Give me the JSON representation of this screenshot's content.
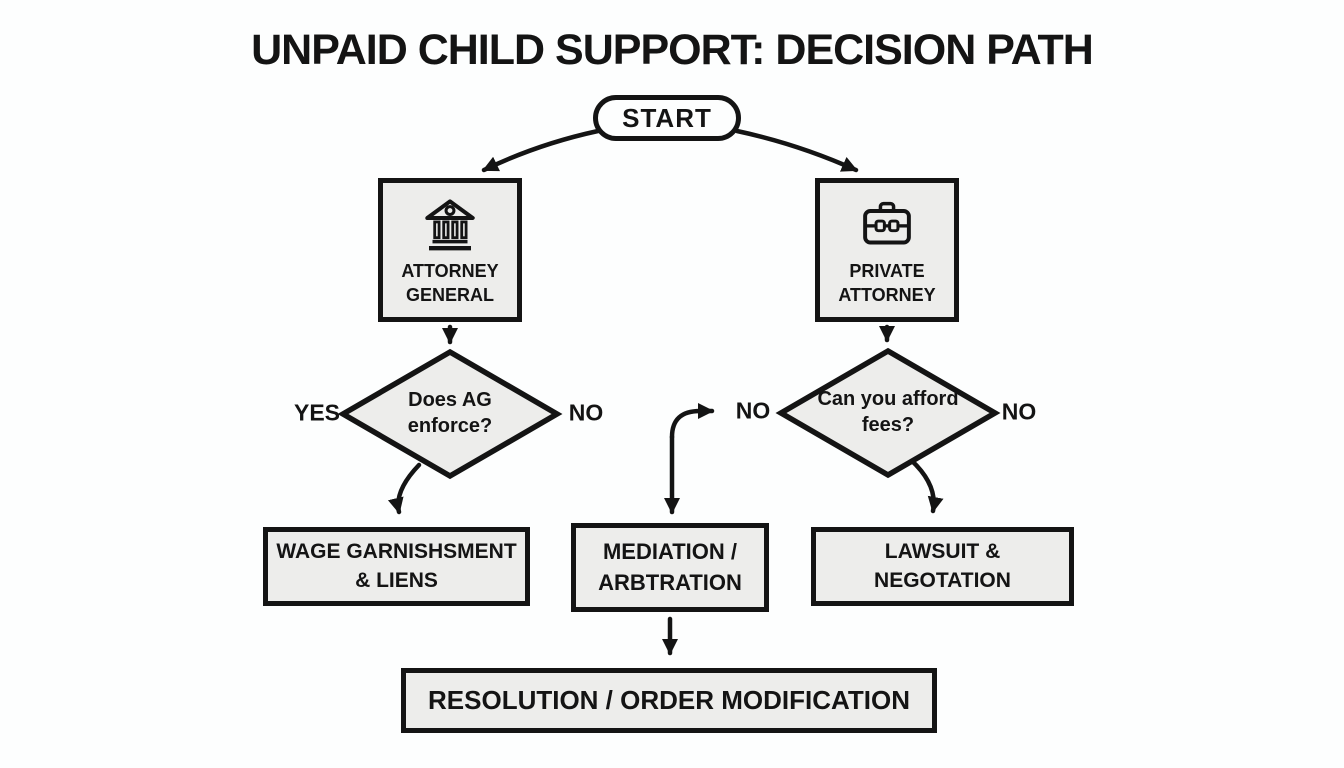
{
  "title": "UNPAID CHILD SUPPORT: DECISION PATH",
  "nodes": {
    "start": {
      "label": "START"
    },
    "attorney_general": {
      "line1": "ATTORNEY",
      "line2": "GENERAL",
      "icon": "bank-icon"
    },
    "private_attorney": {
      "line1": "PRIVATE",
      "line2": "ATTORNEY",
      "icon": "briefcase-icon"
    },
    "ag_enforce_decision": {
      "line1": "Does AG",
      "line2": "enforce?"
    },
    "afford_fees_decision": {
      "line1": "Can you afford",
      "line2": "fees?"
    },
    "wage_garnishment": {
      "line1": "WAGE GARNISHSMENT",
      "line2": "& LIENS"
    },
    "mediation": {
      "line1": "MEDIATION /",
      "line2": "ARBTRATION"
    },
    "lawsuit": {
      "line1": "LAWSUIT &",
      "line2": "NEGOTATION"
    },
    "resolution": {
      "label": "RESOLUTION / ORDER MODIFICATION"
    }
  },
  "edge_labels": {
    "ag_yes": "YES",
    "ag_no": "NO",
    "fees_no_left": "NO",
    "fees_no_right": "NO"
  },
  "colors": {
    "background": "#fdfefe",
    "node_fill": "#ededeb",
    "line": "#141414",
    "text": "#141414"
  }
}
